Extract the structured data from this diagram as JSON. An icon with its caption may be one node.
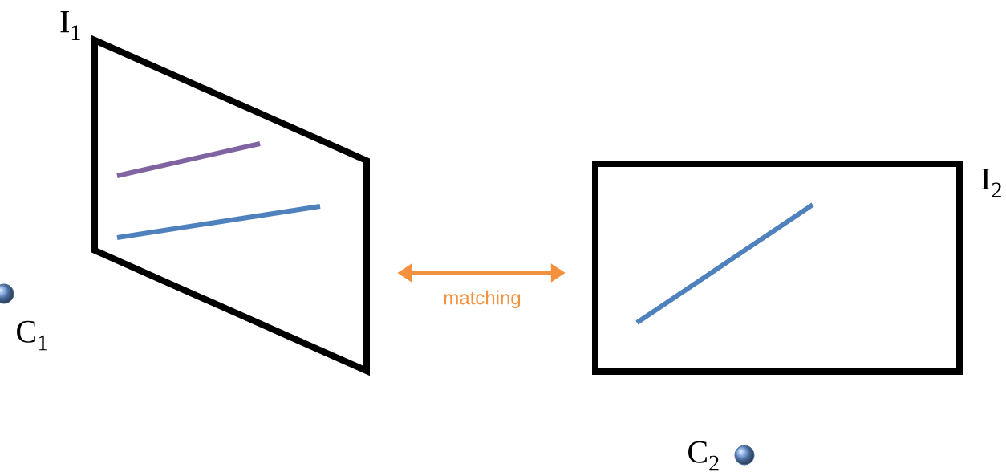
{
  "diagram": {
    "nodes": [
      {
        "text": [
          "I$_{1}$"
        ]
      },
      {
        "text": [
          "I$_{2}$"
        ]
      },
      {
        "text": [],
        "shape": "circle",
        "beside": [
          "C$_{1}$"
        ]
      },
      {
        "text": [],
        "shape": "circle",
        "beside": [
          "C$_{2}$"
        ]
      }
    ],
    "edges": [
      {
        "from": 0,
        "to": 1,
        "arrow": "both",
        "label": "matching",
        "color": "#f4913f"
      }
    ]
  }
}
